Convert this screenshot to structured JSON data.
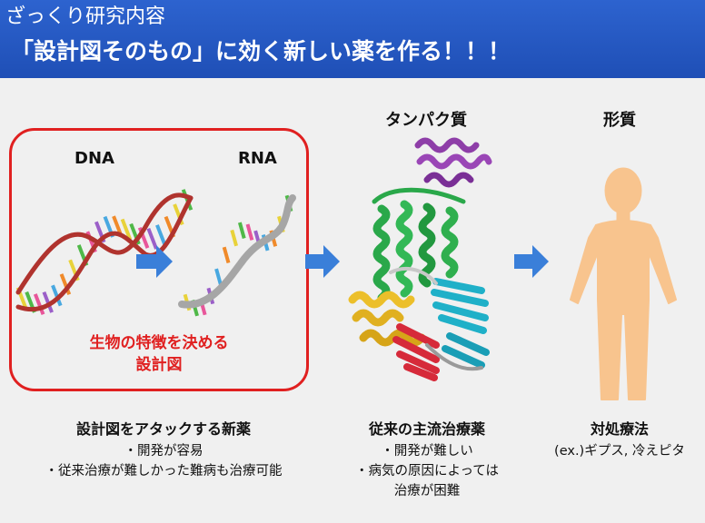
{
  "header": {
    "subtitle": "ざっくり研究内容",
    "title": "「設計図そのもの」に効く新しい薬を作る！！！"
  },
  "labels": {
    "dna": "DNA",
    "rna": "RNA",
    "protein": "タンパク質",
    "phenotype": "形質"
  },
  "box_caption": {
    "line1": "生物の特徴を決める",
    "line2": "設計図"
  },
  "columns": {
    "left": {
      "title": "設計図をアタックする新薬",
      "items": [
        "・開発が容易",
        "・従来治療が難しかった難病も治療可能"
      ]
    },
    "middle": {
      "title": "従来の主流治療薬",
      "items": [
        "・開発が難しい",
        "・病気の原因によっては",
        "治療が困難"
      ]
    },
    "right": {
      "title": "対処療法",
      "items": [
        "(ex.)ギプス, 冷えピタ"
      ]
    }
  },
  "colors": {
    "header_bg": "#2363c9",
    "accent_red": "#e02020",
    "arrow_blue": "#3a7fd9",
    "body_skin": "#f8c48e"
  }
}
